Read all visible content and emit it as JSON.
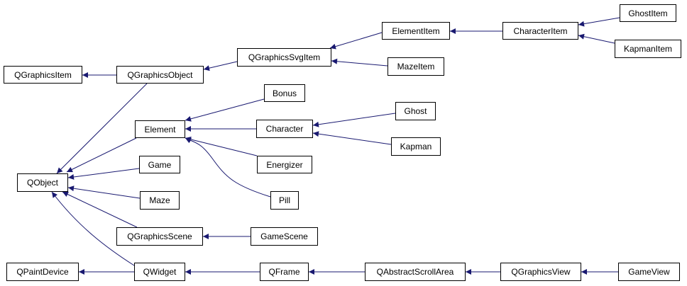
{
  "diagram": {
    "type": "class-inheritance-graph",
    "edge_color": "#191970",
    "nodes": [
      {
        "id": "QGraphicsItem",
        "label": "QGraphicsItem"
      },
      {
        "id": "QGraphicsObject",
        "label": "QGraphicsObject"
      },
      {
        "id": "QGraphicsSvgItem",
        "label": "QGraphicsSvgItem"
      },
      {
        "id": "ElementItem",
        "label": "ElementItem"
      },
      {
        "id": "MazeItem",
        "label": "MazeItem"
      },
      {
        "id": "CharacterItem",
        "label": "CharacterItem"
      },
      {
        "id": "GhostItem",
        "label": "GhostItem"
      },
      {
        "id": "KapmanItem",
        "label": "KapmanItem"
      },
      {
        "id": "QObject",
        "label": "QObject"
      },
      {
        "id": "Element",
        "label": "Element"
      },
      {
        "id": "Game",
        "label": "Game"
      },
      {
        "id": "Maze",
        "label": "Maze"
      },
      {
        "id": "Bonus",
        "label": "Bonus"
      },
      {
        "id": "Character",
        "label": "Character"
      },
      {
        "id": "Energizer",
        "label": "Energizer"
      },
      {
        "id": "Pill",
        "label": "Pill"
      },
      {
        "id": "Ghost",
        "label": "Ghost"
      },
      {
        "id": "Kapman",
        "label": "Kapman"
      },
      {
        "id": "QGraphicsScene",
        "label": "QGraphicsScene"
      },
      {
        "id": "GameScene",
        "label": "GameScene"
      },
      {
        "id": "QPaintDevice",
        "label": "QPaintDevice"
      },
      {
        "id": "QWidget",
        "label": "QWidget"
      },
      {
        "id": "QFrame",
        "label": "QFrame"
      },
      {
        "id": "QAbstractScrollArea",
        "label": "QAbstractScrollArea"
      },
      {
        "id": "QGraphicsView",
        "label": "QGraphicsView"
      },
      {
        "id": "GameView",
        "label": "GameView"
      }
    ],
    "edges": [
      {
        "from": "QGraphicsObject",
        "to": "QGraphicsItem"
      },
      {
        "from": "QGraphicsObject",
        "to": "QObject"
      },
      {
        "from": "QGraphicsSvgItem",
        "to": "QGraphicsObject"
      },
      {
        "from": "ElementItem",
        "to": "QGraphicsSvgItem"
      },
      {
        "from": "MazeItem",
        "to": "QGraphicsSvgItem"
      },
      {
        "from": "CharacterItem",
        "to": "ElementItem"
      },
      {
        "from": "GhostItem",
        "to": "CharacterItem"
      },
      {
        "from": "KapmanItem",
        "to": "CharacterItem"
      },
      {
        "from": "Element",
        "to": "QObject"
      },
      {
        "from": "Game",
        "to": "QObject"
      },
      {
        "from": "Maze",
        "to": "QObject"
      },
      {
        "from": "QGraphicsScene",
        "to": "QObject"
      },
      {
        "from": "QWidget",
        "to": "QObject"
      },
      {
        "from": "Bonus",
        "to": "Element"
      },
      {
        "from": "Character",
        "to": "Element"
      },
      {
        "from": "Energizer",
        "to": "Element"
      },
      {
        "from": "Pill",
        "to": "Element"
      },
      {
        "from": "Ghost",
        "to": "Character"
      },
      {
        "from": "Kapman",
        "to": "Character"
      },
      {
        "from": "GameScene",
        "to": "QGraphicsScene"
      },
      {
        "from": "QWidget",
        "to": "QPaintDevice"
      },
      {
        "from": "QFrame",
        "to": "QWidget"
      },
      {
        "from": "QAbstractScrollArea",
        "to": "QFrame"
      },
      {
        "from": "QGraphicsView",
        "to": "QAbstractScrollArea"
      },
      {
        "from": "GameView",
        "to": "QGraphicsView"
      }
    ]
  }
}
